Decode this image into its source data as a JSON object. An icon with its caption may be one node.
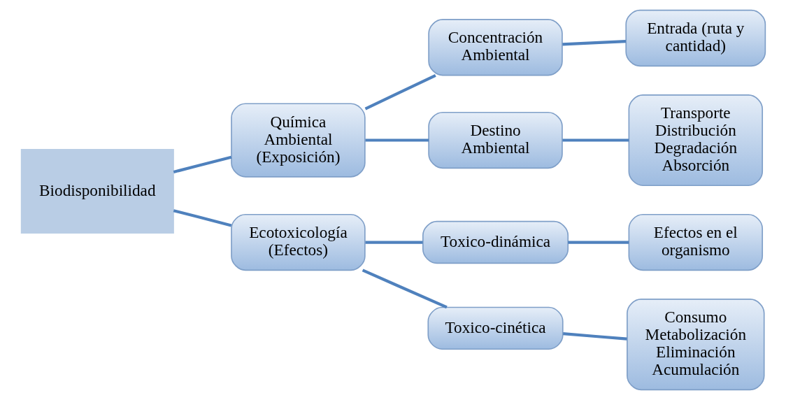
{
  "diagram": {
    "nodes": [
      {
        "text": [
          "Biodisponibilidad"
        ]
      },
      {
        "text": [
          "Química Ambiental (Exposición)"
        ]
      },
      {
        "text": [
          "Ecotoxicología (Efectos)"
        ]
      },
      {
        "text": [
          "Concentración Ambiental"
        ]
      },
      {
        "text": [
          "Destino Ambiental"
        ]
      },
      {
        "text": [
          "Toxico-dinámica"
        ]
      },
      {
        "text": [
          "Toxico-cinética"
        ]
      },
      {
        "text": [
          "Entrada (ruta y cantidad)"
        ]
      },
      {
        "text": [
          "Transporte Distribución Degradación Absorción"
        ]
      },
      {
        "text": [
          "Efectos en el organismo"
        ]
      },
      {
        "text": [
          "Consumo Metabolización Eliminación Acumulación"
        ]
      }
    ],
    "edges": [
      {
        "from": 0,
        "to": 1,
        "arrow": "none"
      },
      {
        "from": 0,
        "to": 2,
        "arrow": "none"
      },
      {
        "from": 1,
        "to": 3,
        "arrow": "none"
      },
      {
        "from": 1,
        "to": 4,
        "arrow": "none"
      },
      {
        "from": 2,
        "to": 5,
        "arrow": "none"
      },
      {
        "from": 2,
        "to": 6,
        "arrow": "none"
      },
      {
        "from": 3,
        "to": 7,
        "arrow": "none"
      },
      {
        "from": 4,
        "to": 8,
        "arrow": "none"
      },
      {
        "from": 5,
        "to": 9,
        "arrow": "none"
      },
      {
        "from": 6,
        "to": 10,
        "arrow": "none"
      }
    ]
  }
}
